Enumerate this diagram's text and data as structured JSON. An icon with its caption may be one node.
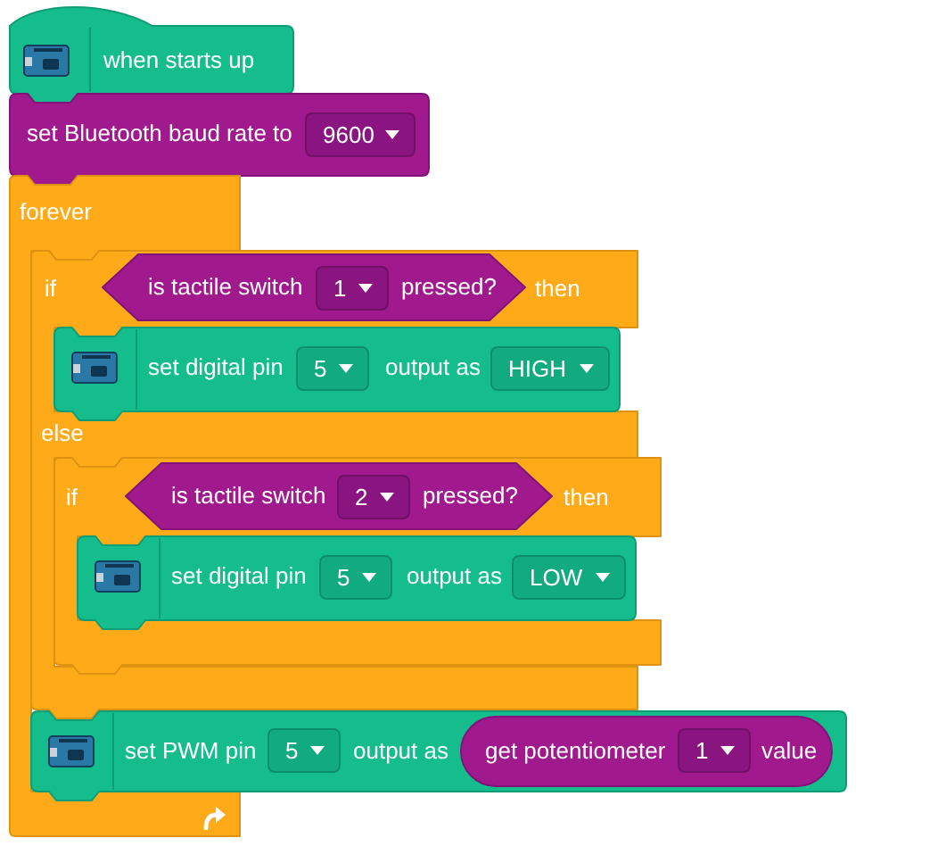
{
  "diagram": {
    "nodes": [
      {
        "text": [
          "when starts up"
        ]
      },
      {
        "text": [
          "set Bluetooth baud rate to"
        ]
      },
      {
        "text": [
          "9600"
        ],
        "in": 1
      },
      {
        "text": [
          "forever"
        ]
      },
      {
        "text": [
          "if",
          "then",
          "else"
        ]
      },
      {
        "text": [
          "is tactile switch",
          "pressed?"
        ],
        "in": 4
      },
      {
        "text": [
          "1"
        ],
        "in": 5
      },
      {
        "text": [
          "set digital pin",
          "output as"
        ],
        "in": 4
      },
      {
        "text": [
          "5"
        ],
        "in": 7
      },
      {
        "text": [
          "HIGH"
        ],
        "in": 7
      },
      {
        "text": [
          "if",
          "then"
        ]
      },
      {
        "text": [
          "is tactile switch",
          "pressed?"
        ],
        "in": 10
      },
      {
        "text": [
          "2"
        ],
        "in": 11
      },
      {
        "text": [
          "set digital pin",
          "output as"
        ],
        "in": 10
      },
      {
        "text": [
          "5"
        ],
        "in": 13
      },
      {
        "text": [
          "LOW"
        ],
        "in": 13
      },
      {
        "text": [
          "set PWM pin",
          "output as"
        ]
      },
      {
        "text": [
          "5"
        ],
        "in": 16
      },
      {
        "text": [
          "get potentiometer",
          "value"
        ],
        "in": 16
      },
      {
        "text": [
          "1"
        ],
        "in": 18
      }
    ]
  }
}
